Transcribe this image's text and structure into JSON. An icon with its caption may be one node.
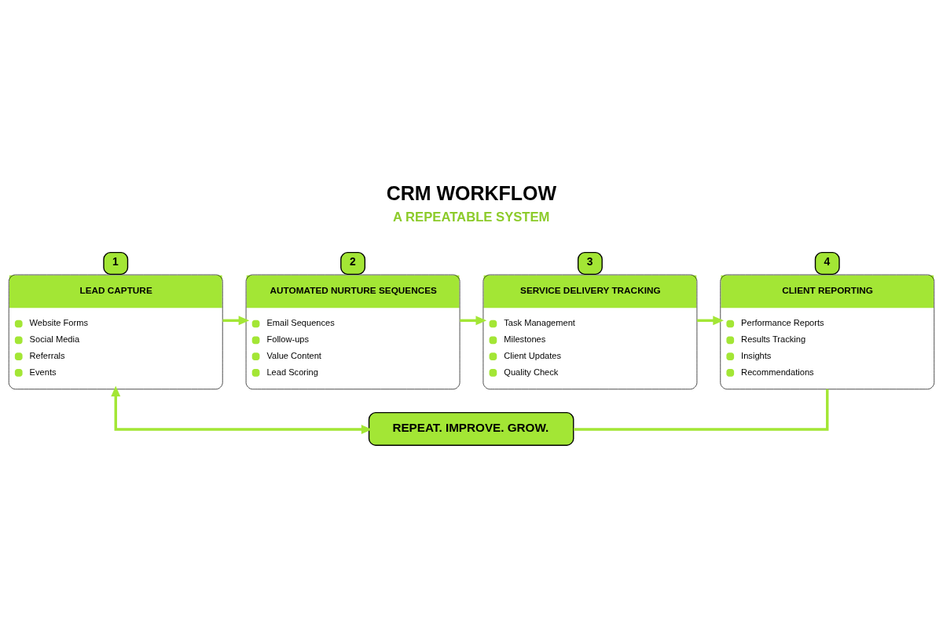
{
  "diagram": {
    "title": "CRM WORKFLOW",
    "nodes": [
      {
        "text": [
          "1",
          "LEAD CAPTURE",
          "Website Forms",
          "Social Media",
          "Referrals",
          "Events"
        ]
      },
      {
        "text": [
          "2",
          "AUTOMATED NURTURE SEQUENCES",
          "Email Sequences",
          "Follow-ups",
          "Value Content",
          "Lead Scoring"
        ]
      },
      {
        "text": [
          "3",
          "SERVICE DELIVERY TRACKING",
          "Task Management",
          "Milestones",
          "Client Updates",
          "Quality Check"
        ]
      },
      {
        "text": [
          "4",
          "CLIENT REPORTING",
          "Performance Reports",
          "Results Tracking",
          "Insights",
          "Recommendations"
        ]
      },
      {
        "text": [
          "REPEAT. IMPROVE. GROW."
        ]
      }
    ],
    "edges": [
      {
        "from": 0,
        "to": 1,
        "arrow": "to"
      },
      {
        "from": 1,
        "to": 2,
        "arrow": "to"
      },
      {
        "from": 2,
        "to": 3,
        "arrow": "to"
      },
      {
        "from": 3,
        "to": 4,
        "arrow": "none"
      },
      {
        "from": 4,
        "to": 0,
        "arrow": "both"
      }
    ],
    "labels": [
      "A REPEATABLE SYSTEM"
    ]
  }
}
